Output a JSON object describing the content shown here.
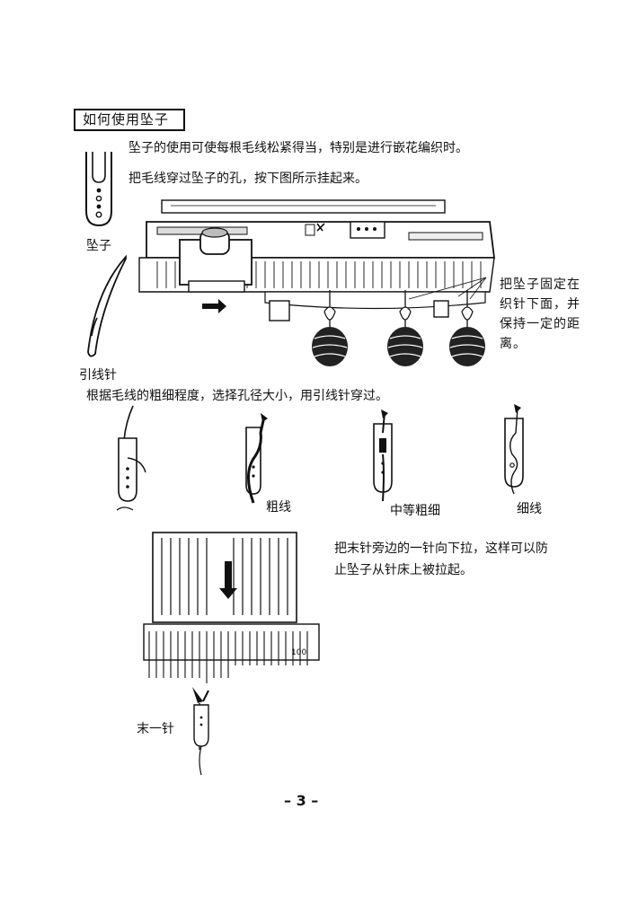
{
  "section_title": "如何使用坠子",
  "intro_line1": "坠子的使用可使每根毛线松紧得当，特别是进行嵌花编织时。",
  "intro_line2": "把毛线穿过坠子的孔，按下图所示挂起来。",
  "label_weight": "坠子",
  "label_needle": "引线针",
  "side_note": "把坠子固定在织针下面，并保持一定的距离。",
  "instruction_hole": "根据毛线的粗细程度，选择孔径大小，用引线针穿过。",
  "yarn_captions": [
    "粗线",
    "中等粗细",
    "细线"
  ],
  "bottom_note": "把末针旁边的一针向下拉，这样可以防止坠子从针床上被拉起。",
  "label_last_needle": "末一针",
  "machine_scale_label": "100",
  "page_number": "– 3 –"
}
